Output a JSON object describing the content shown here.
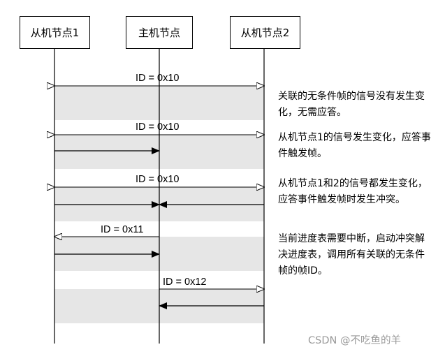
{
  "nodes": {
    "slave1": "从机节点1",
    "master": "主机节点",
    "slave2": "从机节点2"
  },
  "frames": [
    {
      "id_label": "ID = 0x10",
      "note": "关联的无条件帧的信号没有发生变化，无需应答。"
    },
    {
      "id_label": "ID = 0x10",
      "note": "从机节点1的信号发生变化，应答事件触发帧。"
    },
    {
      "id_label": "ID = 0x10",
      "note": "从机节点1和2的信号都发生变化，应答事件触发帧时发生冲突。"
    },
    {
      "id_label": "ID = 0x11",
      "note": "当前进度表需要中断，启动冲突解决进度表，调用所有关联的无条件帧的帧ID。"
    },
    {
      "id_label": "ID = 0x12",
      "note": ""
    }
  ],
  "watermark": "CSDN @不吃鱼的羊",
  "colors": {
    "band": "#e6e6e6",
    "line": "#000000"
  }
}
